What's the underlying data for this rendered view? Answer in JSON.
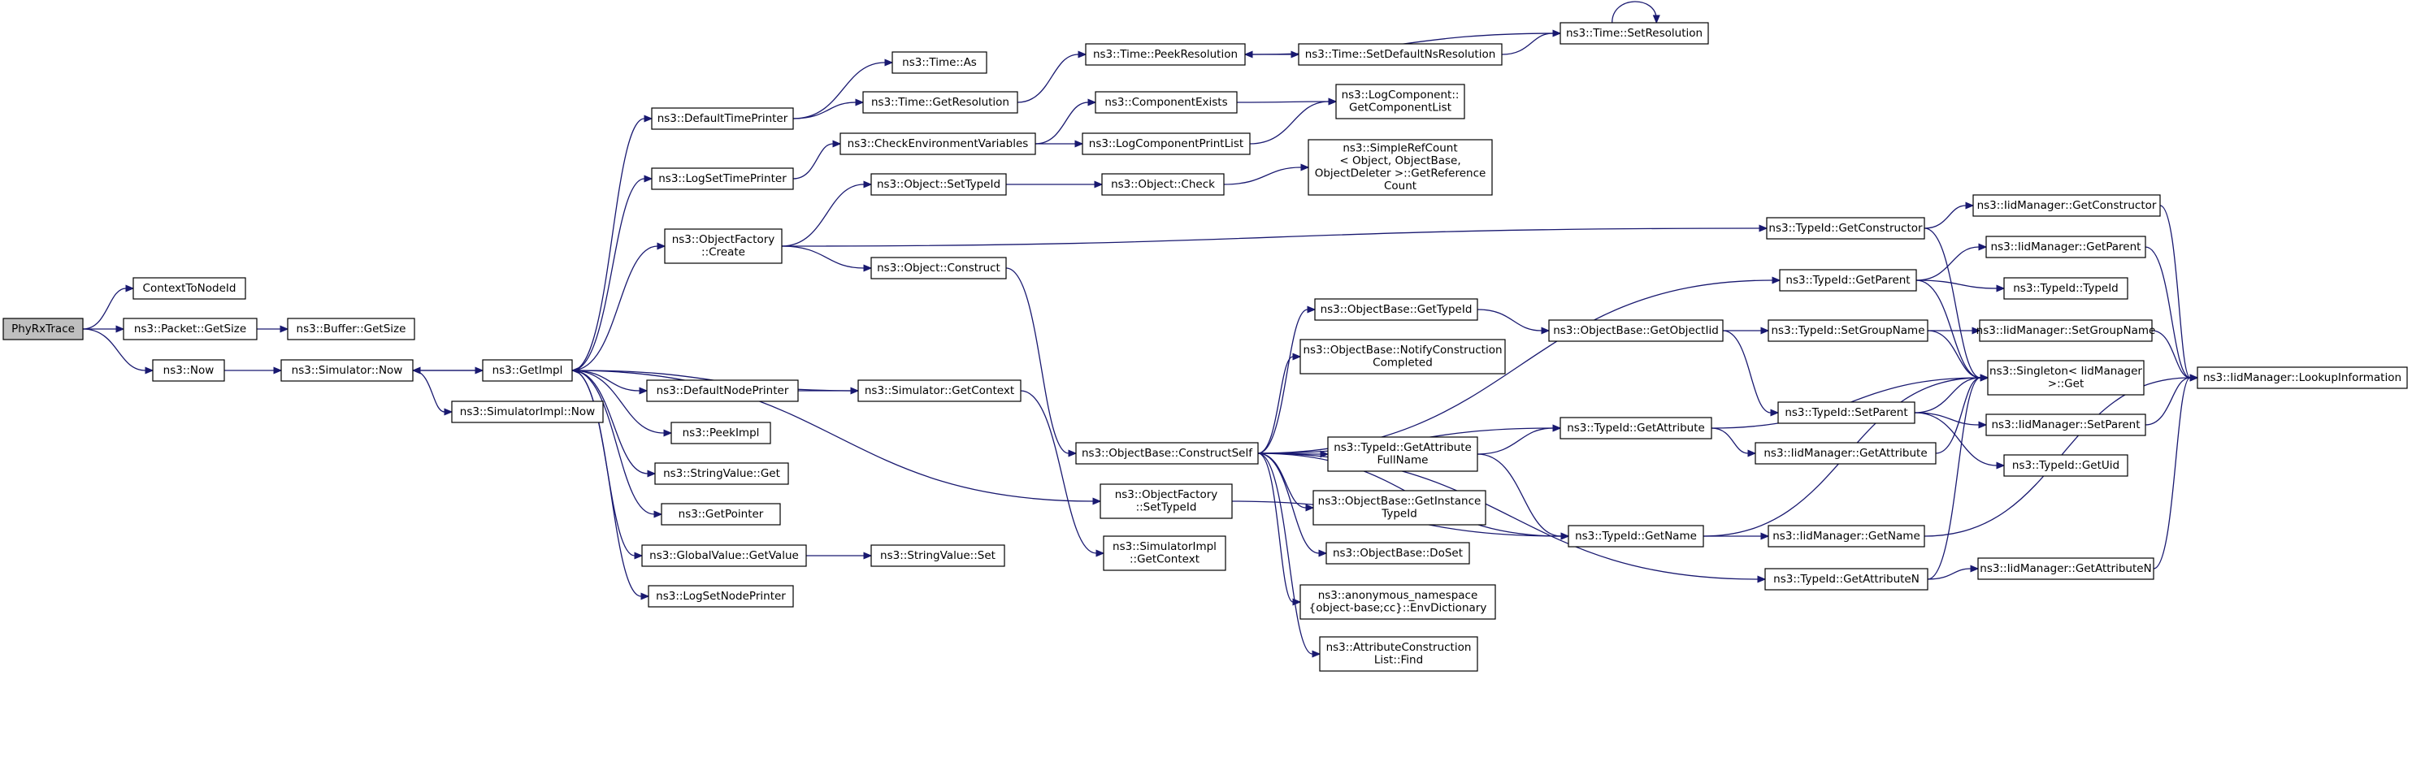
{
  "graph": {
    "colors": {
      "edge": "#191970",
      "root_fill": "#bfbfbf",
      "node_fill": "#ffffff",
      "node_border": "#000000"
    },
    "nodes": [
      {
        "id": "phyrxtrace",
        "lines": [
          "PhyRxTrace"
        ],
        "root": true
      },
      {
        "id": "contexttonodeid",
        "lines": [
          "ContextToNodeId"
        ]
      },
      {
        "id": "packet_getsize",
        "lines": [
          "ns3::Packet::GetSize"
        ]
      },
      {
        "id": "buffer_getsize",
        "lines": [
          "ns3::Buffer::GetSize"
        ]
      },
      {
        "id": "now",
        "lines": [
          "ns3::Now"
        ]
      },
      {
        "id": "simulator_now",
        "lines": [
          "ns3::Simulator::Now"
        ]
      },
      {
        "id": "getimpl",
        "lines": [
          "ns3::GetImpl"
        ]
      },
      {
        "id": "simulatorimpl_now",
        "lines": [
          "ns3::SimulatorImpl::Now"
        ]
      },
      {
        "id": "defaulttimeprinter",
        "lines": [
          "ns3::DefaultTimePrinter"
        ]
      },
      {
        "id": "logsettimeprinter",
        "lines": [
          "ns3::LogSetTimePrinter"
        ]
      },
      {
        "id": "objectfactory_create",
        "lines": [
          "ns3::ObjectFactory",
          "::Create"
        ]
      },
      {
        "id": "defaultnodeprinter",
        "lines": [
          "ns3::DefaultNodePrinter"
        ]
      },
      {
        "id": "peekimpl",
        "lines": [
          "ns3::PeekImpl"
        ]
      },
      {
        "id": "stringvalue_get",
        "lines": [
          "ns3::StringValue::Get"
        ]
      },
      {
        "id": "getpointer",
        "lines": [
          "ns3::GetPointer"
        ]
      },
      {
        "id": "globalvalue_getvalue",
        "lines": [
          "ns3::GlobalValue::GetValue"
        ]
      },
      {
        "id": "logsetnodeprinter",
        "lines": [
          "ns3::LogSetNodePrinter"
        ]
      },
      {
        "id": "time_as",
        "lines": [
          "ns3::Time::As"
        ]
      },
      {
        "id": "time_getresolution",
        "lines": [
          "ns3::Time::GetResolution"
        ]
      },
      {
        "id": "checkenvvars",
        "lines": [
          "ns3::CheckEnvironmentVariables"
        ]
      },
      {
        "id": "object_settypeid",
        "lines": [
          "ns3::Object::SetTypeId"
        ]
      },
      {
        "id": "object_construct",
        "lines": [
          "ns3::Object::Construct"
        ]
      },
      {
        "id": "simulator_getcontext",
        "lines": [
          "ns3::Simulator::GetContext"
        ]
      },
      {
        "id": "stringvalue_set",
        "lines": [
          "ns3::StringValue::Set"
        ]
      },
      {
        "id": "time_peekresolution",
        "lines": [
          "ns3::Time::PeekResolution"
        ]
      },
      {
        "id": "time_setdefaultnsres",
        "lines": [
          "ns3::Time::SetDefaultNsResolution"
        ]
      },
      {
        "id": "time_setresolution",
        "lines": [
          "ns3::Time::SetResolution"
        ]
      },
      {
        "id": "componentexists",
        "lines": [
          "ns3::ComponentExists"
        ]
      },
      {
        "id": "logcomponentprintlist",
        "lines": [
          "ns3::LogComponentPrintList"
        ]
      },
      {
        "id": "logcomponent_getlist",
        "lines": [
          "ns3::LogComponent::",
          "GetComponentList"
        ]
      },
      {
        "id": "object_check",
        "lines": [
          "ns3::Object::Check"
        ]
      },
      {
        "id": "simplerefcount",
        "lines": [
          "ns3::SimpleRefCount",
          "< Object, ObjectBase,",
          "ObjectDeleter >::GetReference",
          "Count"
        ]
      },
      {
        "id": "objectbase_constructself",
        "lines": [
          "ns3::ObjectBase::ConstructSelf"
        ]
      },
      {
        "id": "objectfactory_settypeid",
        "lines": [
          "ns3::ObjectFactory",
          "::SetTypeId"
        ]
      },
      {
        "id": "simulatorimpl_getcontext",
        "lines": [
          "ns3::SimulatorImpl",
          "::GetContext"
        ]
      },
      {
        "id": "objectbase_gettypeid",
        "lines": [
          "ns3::ObjectBase::GetTypeId"
        ]
      },
      {
        "id": "objectbase_notifyconstruction",
        "lines": [
          "ns3::ObjectBase::NotifyConstruction",
          "Completed"
        ]
      },
      {
        "id": "typeid_getattributefullname",
        "lines": [
          "ns3::TypeId::GetAttribute",
          "FullName"
        ]
      },
      {
        "id": "objectbase_getinstancetypeid",
        "lines": [
          "ns3::ObjectBase::GetInstance",
          "TypeId"
        ]
      },
      {
        "id": "objectbase_doset",
        "lines": [
          "ns3::ObjectBase::DoSet"
        ]
      },
      {
        "id": "anon_envdictionary",
        "lines": [
          "ns3::anonymous_namespace",
          "{object-base;cc}::EnvDictionary"
        ]
      },
      {
        "id": "attributeconstructionlist_find",
        "lines": [
          "ns3::AttributeConstruction",
          "List::Find"
        ]
      },
      {
        "id": "objectbase_getobjectiid",
        "lines": [
          "ns3::ObjectBase::GetObjectIid"
        ]
      },
      {
        "id": "typeid_getattribute",
        "lines": [
          "ns3::TypeId::GetAttribute"
        ]
      },
      {
        "id": "typeid_getname",
        "lines": [
          "ns3::TypeId::GetName"
        ]
      },
      {
        "id": "typeid_getconstructor",
        "lines": [
          "ns3::TypeId::GetConstructor"
        ]
      },
      {
        "id": "typeid_getparent",
        "lines": [
          "ns3::TypeId::GetParent"
        ]
      },
      {
        "id": "typeid_setgroupname",
        "lines": [
          "ns3::TypeId::SetGroupName"
        ]
      },
      {
        "id": "typeid_setparent",
        "lines": [
          "ns3::TypeId::SetParent"
        ]
      },
      {
        "id": "iidmanager_getattribute",
        "lines": [
          "ns3::IidManager::GetAttribute"
        ]
      },
      {
        "id": "iidmanager_getname",
        "lines": [
          "ns3::IidManager::GetName"
        ]
      },
      {
        "id": "typeid_getattributen",
        "lines": [
          "ns3::TypeId::GetAttributeN"
        ]
      },
      {
        "id": "iidmanager_getconstructor",
        "lines": [
          "ns3::IidManager::GetConstructor"
        ]
      },
      {
        "id": "iidmanager_getparent",
        "lines": [
          "ns3::IidManager::GetParent"
        ]
      },
      {
        "id": "typeid_typeid",
        "lines": [
          "ns3::TypeId::TypeId"
        ]
      },
      {
        "id": "iidmanager_setgroupname",
        "lines": [
          "ns3::IidManager::SetGroupName"
        ]
      },
      {
        "id": "singleton_get",
        "lines": [
          "ns3::Singleton< IidManager",
          ">::Get"
        ]
      },
      {
        "id": "iidmanager_setparent",
        "lines": [
          "ns3::IidManager::SetParent"
        ]
      },
      {
        "id": "typeid_getuid",
        "lines": [
          "ns3::TypeId::GetUid"
        ]
      },
      {
        "id": "iidmanager_getattributen",
        "lines": [
          "ns3::IidManager::GetAttributeN"
        ]
      },
      {
        "id": "iidmanager_lookupinformation",
        "lines": [
          "ns3::IidManager::LookupInformation"
        ]
      }
    ],
    "edges": [
      [
        "phyrxtrace",
        "contexttonodeid"
      ],
      [
        "phyrxtrace",
        "packet_getsize"
      ],
      [
        "phyrxtrace",
        "now"
      ],
      [
        "packet_getsize",
        "buffer_getsize"
      ],
      [
        "now",
        "simulator_now"
      ],
      [
        "simulator_now",
        "getimpl"
      ],
      [
        "simulator_now",
        "simulatorimpl_now"
      ],
      [
        "getimpl",
        "simulator_now"
      ],
      [
        "getimpl",
        "defaulttimeprinter"
      ],
      [
        "getimpl",
        "logsettimeprinter"
      ],
      [
        "getimpl",
        "objectfactory_create"
      ],
      [
        "getimpl",
        "defaultnodeprinter"
      ],
      [
        "getimpl",
        "peekimpl"
      ],
      [
        "getimpl",
        "stringvalue_get"
      ],
      [
        "getimpl",
        "getpointer"
      ],
      [
        "getimpl",
        "globalvalue_getvalue"
      ],
      [
        "getimpl",
        "logsetnodeprinter"
      ],
      [
        "getimpl",
        "objectfactory_settypeid"
      ],
      [
        "defaulttimeprinter",
        "time_as"
      ],
      [
        "defaulttimeprinter",
        "time_getresolution"
      ],
      [
        "time_getresolution",
        "time_peekresolution"
      ],
      [
        "time_peekresolution",
        "time_setdefaultnsres"
      ],
      [
        "time_setdefaultnsres",
        "time_setresolution"
      ],
      [
        "time_setresolution",
        "time_peekresolution"
      ],
      [
        "time_setresolution",
        "time_setresolution"
      ],
      [
        "logsettimeprinter",
        "checkenvvars"
      ],
      [
        "checkenvvars",
        "componentexists"
      ],
      [
        "checkenvvars",
        "logcomponentprintlist"
      ],
      [
        "componentexists",
        "logcomponent_getlist"
      ],
      [
        "logcomponentprintlist",
        "logcomponent_getlist"
      ],
      [
        "objectfactory_create",
        "object_settypeid"
      ],
      [
        "objectfactory_create",
        "object_construct"
      ],
      [
        "objectfactory_create",
        "typeid_getconstructor"
      ],
      [
        "object_settypeid",
        "object_check"
      ],
      [
        "object_check",
        "simplerefcount"
      ],
      [
        "object_construct",
        "objectbase_constructself"
      ],
      [
        "defaultnodeprinter",
        "simulator_getcontext"
      ],
      [
        "simulator_getcontext",
        "getimpl"
      ],
      [
        "simulator_getcontext",
        "simulatorimpl_getcontext"
      ],
      [
        "globalvalue_getvalue",
        "stringvalue_set"
      ],
      [
        "objectbase_constructself",
        "objectbase_gettypeid"
      ],
      [
        "objectbase_constructself",
        "objectbase_notifyconstruction"
      ],
      [
        "objectbase_constructself",
        "typeid_getattributefullname"
      ],
      [
        "objectbase_constructself",
        "objectbase_getinstancetypeid"
      ],
      [
        "objectbase_constructself",
        "objectbase_doset"
      ],
      [
        "objectbase_constructself",
        "anon_envdictionary"
      ],
      [
        "objectbase_constructself",
        "attributeconstructionlist_find"
      ],
      [
        "objectbase_constructself",
        "typeid_getparent"
      ],
      [
        "objectbase_constructself",
        "typeid_getattribute"
      ],
      [
        "objectbase_constructself",
        "typeid_getname"
      ],
      [
        "objectbase_constructself",
        "typeid_getattributen"
      ],
      [
        "objectbase_gettypeid",
        "objectbase_getobjectiid"
      ],
      [
        "objectbase_getobjectiid",
        "typeid_setgroupname"
      ],
      [
        "objectbase_getobjectiid",
        "typeid_setparent"
      ],
      [
        "typeid_getattributefullname",
        "typeid_getattribute"
      ],
      [
        "typeid_getattributefullname",
        "typeid_getname"
      ],
      [
        "typeid_getattribute",
        "iidmanager_getattribute"
      ],
      [
        "typeid_getattribute",
        "singleton_get"
      ],
      [
        "typeid_getname",
        "iidmanager_getname"
      ],
      [
        "typeid_getname",
        "singleton_get"
      ],
      [
        "objectfactory_settypeid",
        "typeid_getname"
      ],
      [
        "typeid_getconstructor",
        "iidmanager_getconstructor"
      ],
      [
        "typeid_getconstructor",
        "singleton_get"
      ],
      [
        "typeid_getparent",
        "iidmanager_getparent"
      ],
      [
        "typeid_getparent",
        "typeid_typeid"
      ],
      [
        "typeid_getparent",
        "singleton_get"
      ],
      [
        "typeid_setgroupname",
        "iidmanager_setgroupname"
      ],
      [
        "typeid_setgroupname",
        "singleton_get"
      ],
      [
        "typeid_setparent",
        "iidmanager_setparent"
      ],
      [
        "typeid_setparent",
        "typeid_getuid"
      ],
      [
        "typeid_setparent",
        "singleton_get"
      ],
      [
        "typeid_getattributen",
        "iidmanager_getattributen"
      ],
      [
        "typeid_getattributen",
        "singleton_get"
      ],
      [
        "iidmanager_getattribute",
        "singleton_get"
      ],
      [
        "iidmanager_getname",
        "iidmanager_lookupinformation"
      ],
      [
        "iidmanager_getconstructor",
        "iidmanager_lookupinformation"
      ],
      [
        "iidmanager_getparent",
        "iidmanager_lookupinformation"
      ],
      [
        "iidmanager_setgroupname",
        "iidmanager_lookupinformation"
      ],
      [
        "iidmanager_setparent",
        "iidmanager_lookupinformation"
      ],
      [
        "iidmanager_getattributen",
        "iidmanager_lookupinformation"
      ]
    ]
  }
}
